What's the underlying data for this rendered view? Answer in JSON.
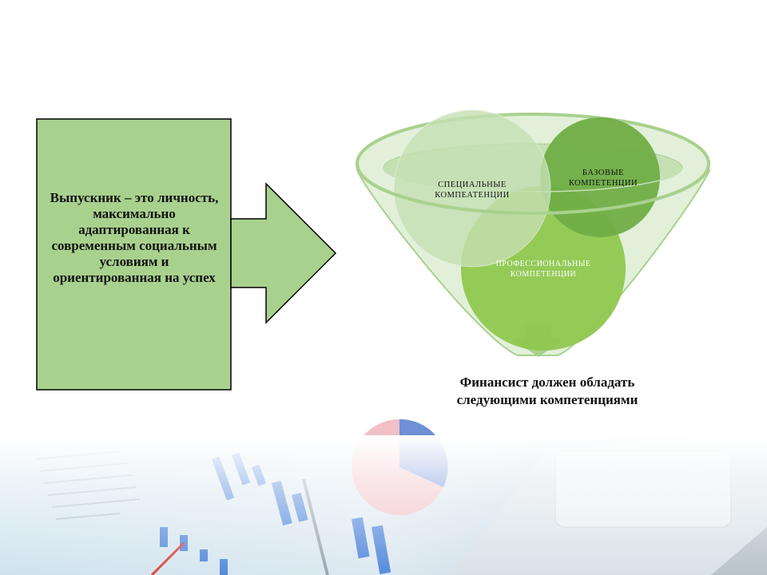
{
  "definition": {
    "text": "Выпускник – это личность, максимально адаптированная к современным социальным условиям и ориентированная на успех"
  },
  "funnel": {
    "circles": [
      {
        "id": "special",
        "lines": [
          "СПЕЦИАЛЬНЫЕ",
          "КОМПЕАТЕНЦИИ"
        ]
      },
      {
        "id": "basic",
        "lines": [
          "БАЗОВЫЕ",
          "КОМПЕТЕНЦИИ"
        ]
      },
      {
        "id": "professional",
        "lines": [
          "ПРОФЕССИОНАЛЬНЫЕ",
          "КОМПЕТЕНЦИИ"
        ]
      }
    ]
  },
  "caption": {
    "line1": "Финансист должен обладать",
    "line2": "следующими компетенциями"
  },
  "colors": {
    "box_fill": "#a9d18e",
    "arrow_fill": "#a9d18e",
    "funnel_fill": "#e2f0d9",
    "funnel_stroke": "#a9d18e",
    "circle_special": "#c5e0b4",
    "circle_basic": "#70ad47",
    "circle_professional": "#8fc74f",
    "down_arrow": "#a9d18e"
  }
}
